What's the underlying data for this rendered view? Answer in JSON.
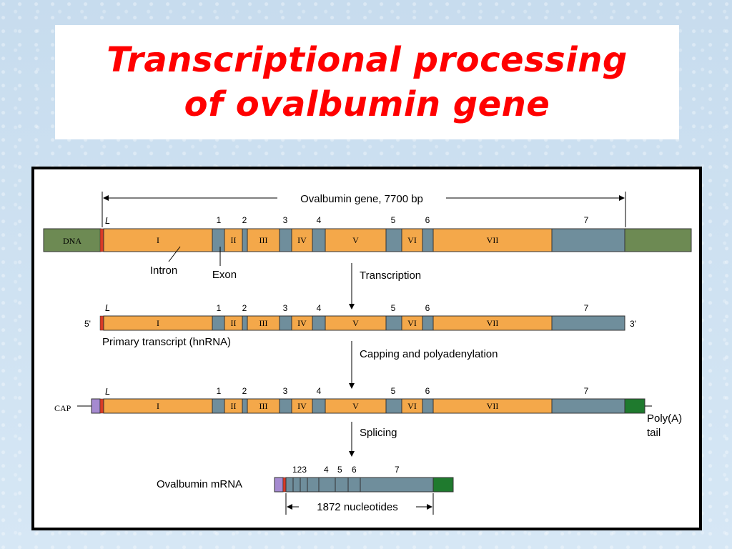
{
  "title": {
    "line1": "Transcriptional processing",
    "line2": "of ovalbumin gene"
  },
  "diagram": {
    "gene_label": "Ovalbumin gene, 7700 bp",
    "leader": "L",
    "exon_numbers": [
      "1",
      "2",
      "3",
      "4",
      "5",
      "6",
      "7"
    ],
    "intron_numerals": [
      "I",
      "II",
      "III",
      "IV",
      "V",
      "VI",
      "VII"
    ],
    "dna_label": "DNA",
    "intron_label": "Intron",
    "exon_label": "Exon",
    "step_transcription": "Transcription",
    "five_prime": "5'",
    "three_prime": "3'",
    "primary_label": "Primary transcript (hnRNA)",
    "step_capping": "Capping and polyadenylation",
    "cap_label": "CAP",
    "poly_a_line1": "Poly(A)",
    "poly_a_line2": "tail",
    "step_splicing": "Splicing",
    "mrna_label": "Ovalbumin mRNA",
    "mrna_numbers_a": "123",
    "mrna_numbers_b": [
      "4",
      "5",
      "6",
      "7"
    ],
    "mrna_length": "1872 nucleotides",
    "colors": {
      "intron": "#f4a84a",
      "exon": "#6f8e9c",
      "flank": "#6d8a53",
      "leader": "#d93a26",
      "cap": "#a58ad0",
      "polyA": "#1f7a2e"
    }
  }
}
